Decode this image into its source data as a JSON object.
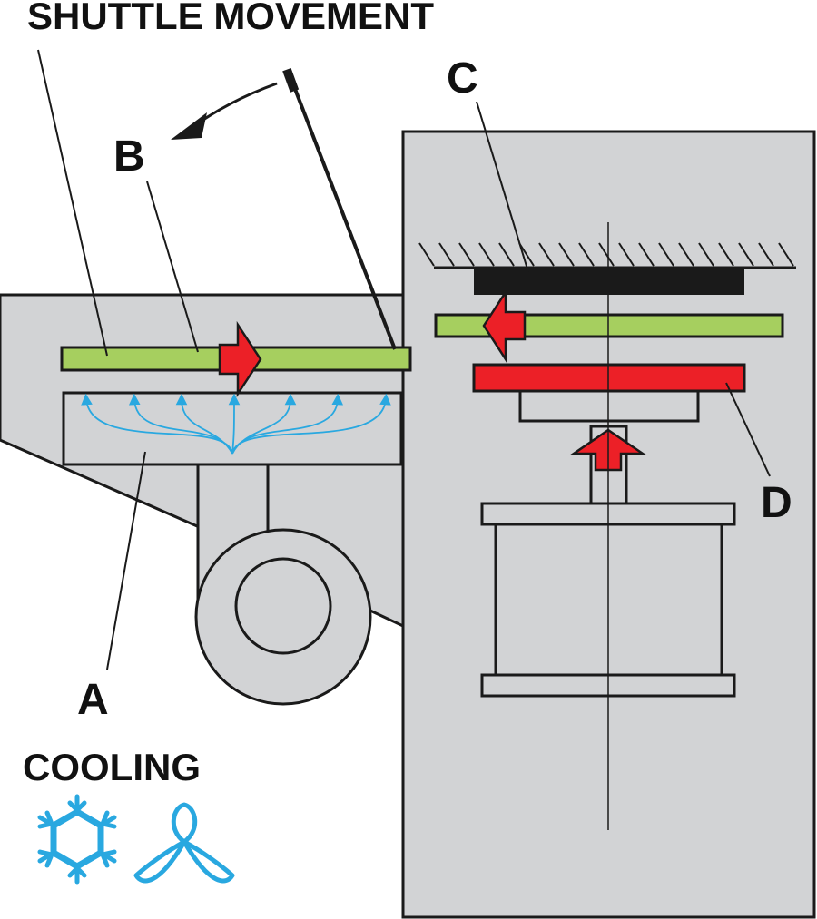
{
  "labels": {
    "title": "SHUTTLE MOVEMENT",
    "a": "A",
    "b": "B",
    "c": "C",
    "d": "D",
    "cooling": "COOLING"
  },
  "icons": {
    "snowflake": "snowflake-icon",
    "fan": "fan-icon"
  },
  "colors": {
    "body": "#d2d3d5",
    "outline": "#1a1a1a",
    "shuttle": "#a6cf5f",
    "heated_plate": "#ec2027",
    "platen": "#1a1a1a",
    "airflow": "#29a8e0",
    "cooling_icon": "#29a8e0"
  }
}
